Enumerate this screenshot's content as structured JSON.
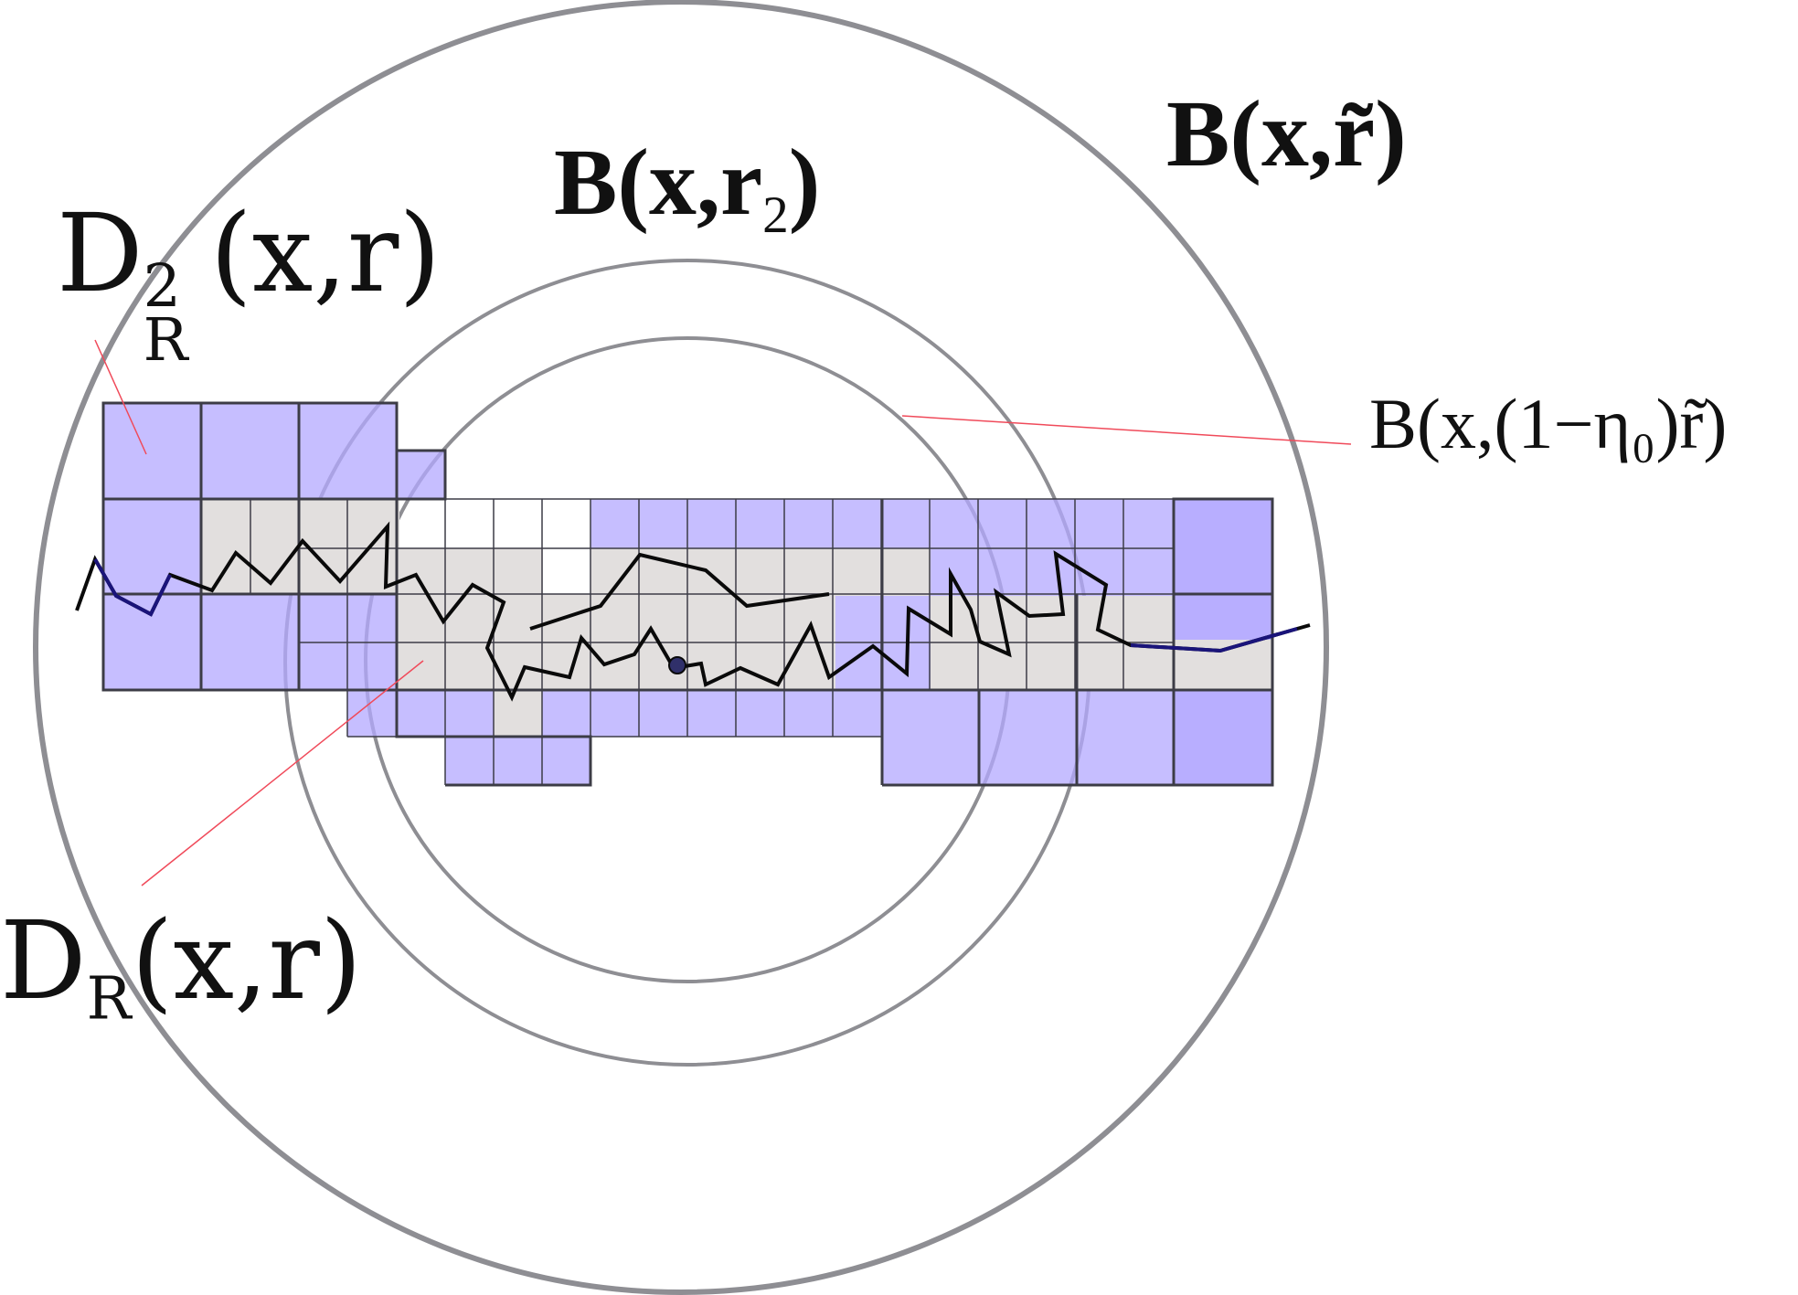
{
  "labels": {
    "dr2": {
      "base": "D",
      "sup": "2",
      "sub": "R",
      "rest": "(x,r)"
    },
    "dr": {
      "base": "D",
      "sub": "R",
      "rest": "(x,r)"
    },
    "ball_r2": {
      "main": "B(x,r",
      "sub": "2",
      "close": ")"
    },
    "ball_rtilde": {
      "text": "B(x,r̃)"
    },
    "ball_inner": {
      "text": "B(x,(1−η₀)r̃)"
    }
  },
  "colors": {
    "circle": "#8e8e93",
    "fill_blue": "#b3a8ff",
    "fill_grey": "#e2dfde",
    "grid": "#3c3c46",
    "path": "#0a0a0a",
    "pointer": "#f04a5a"
  }
}
